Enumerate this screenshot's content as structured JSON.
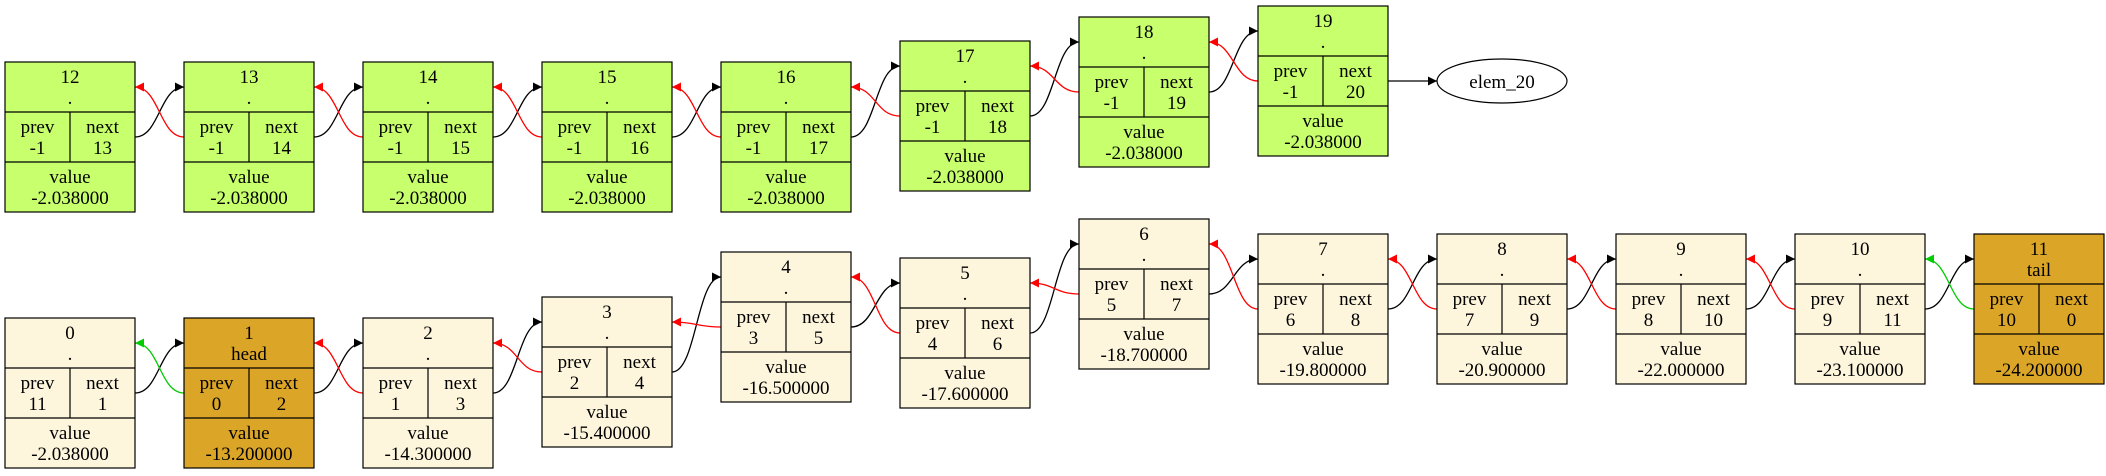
{
  "colors": {
    "normal": "#fdf5dc",
    "special": "#dba527",
    "unused": "#c8ff6c",
    "stroke": "#000000",
    "next_edge": "#000000",
    "prev_edge_red": "#ff0000",
    "prev_edge_green": "#00cc00"
  },
  "labels": {
    "prev": "prev",
    "next": "next",
    "value": "value"
  },
  "nodes": [
    {
      "id": "0",
      "tag": ".",
      "prev": "11",
      "next": "1",
      "value": "-2.038000",
      "style": "normal"
    },
    {
      "id": "1",
      "tag": "head",
      "prev": "0",
      "next": "2",
      "value": "-13.200000",
      "style": "special"
    },
    {
      "id": "2",
      "tag": ".",
      "prev": "1",
      "next": "3",
      "value": "-14.300000",
      "style": "normal"
    },
    {
      "id": "3",
      "tag": ".",
      "prev": "2",
      "next": "4",
      "value": "-15.400000",
      "style": "normal"
    },
    {
      "id": "4",
      "tag": ".",
      "prev": "3",
      "next": "5",
      "value": "-16.500000",
      "style": "normal"
    },
    {
      "id": "5",
      "tag": ".",
      "prev": "4",
      "next": "6",
      "value": "-17.600000",
      "style": "normal"
    },
    {
      "id": "6",
      "tag": ".",
      "prev": "5",
      "next": "7",
      "value": "-18.700000",
      "style": "normal"
    },
    {
      "id": "7",
      "tag": ".",
      "prev": "6",
      "next": "8",
      "value": "-19.800000",
      "style": "normal"
    },
    {
      "id": "8",
      "tag": ".",
      "prev": "7",
      "next": "9",
      "value": "-20.900000",
      "style": "normal"
    },
    {
      "id": "9",
      "tag": ".",
      "prev": "8",
      "next": "10",
      "value": "-22.000000",
      "style": "normal"
    },
    {
      "id": "10",
      "tag": ".",
      "prev": "9",
      "next": "11",
      "value": "-23.100000",
      "style": "normal"
    },
    {
      "id": "11",
      "tag": "tail",
      "prev": "10",
      "next": "0",
      "value": "-24.200000",
      "style": "special"
    },
    {
      "id": "12",
      "tag": ".",
      "prev": "-1",
      "next": "13",
      "value": "-2.038000",
      "style": "unused"
    },
    {
      "id": "13",
      "tag": ".",
      "prev": "-1",
      "next": "14",
      "value": "-2.038000",
      "style": "unused"
    },
    {
      "id": "14",
      "tag": ".",
      "prev": "-1",
      "next": "15",
      "value": "-2.038000",
      "style": "unused"
    },
    {
      "id": "15",
      "tag": ".",
      "prev": "-1",
      "next": "16",
      "value": "-2.038000",
      "style": "unused"
    },
    {
      "id": "16",
      "tag": ".",
      "prev": "-1",
      "next": "17",
      "value": "-2.038000",
      "style": "unused"
    },
    {
      "id": "17",
      "tag": ".",
      "prev": "-1",
      "next": "18",
      "value": "-2.038000",
      "style": "unused"
    },
    {
      "id": "18",
      "tag": ".",
      "prev": "-1",
      "next": "19",
      "value": "-2.038000",
      "style": "unused"
    },
    {
      "id": "19",
      "tag": ".",
      "prev": "-1",
      "next": "20",
      "value": "-2.038000",
      "style": "unused"
    }
  ],
  "terminal": {
    "label": "elem_20"
  },
  "edges": [
    {
      "from": "0",
      "to": "1",
      "kind": "next"
    },
    {
      "from": "1",
      "to": "0",
      "kind": "prev",
      "color": "green"
    },
    {
      "from": "1",
      "to": "2",
      "kind": "next"
    },
    {
      "from": "2",
      "to": "1",
      "kind": "prev",
      "color": "red"
    },
    {
      "from": "2",
      "to": "3",
      "kind": "next"
    },
    {
      "from": "3",
      "to": "2",
      "kind": "prev",
      "color": "red"
    },
    {
      "from": "3",
      "to": "4",
      "kind": "next"
    },
    {
      "from": "4",
      "to": "3",
      "kind": "prev",
      "color": "red"
    },
    {
      "from": "4",
      "to": "5",
      "kind": "next"
    },
    {
      "from": "5",
      "to": "4",
      "kind": "prev",
      "color": "red"
    },
    {
      "from": "5",
      "to": "6",
      "kind": "next"
    },
    {
      "from": "6",
      "to": "5",
      "kind": "prev",
      "color": "red"
    },
    {
      "from": "6",
      "to": "7",
      "kind": "next"
    },
    {
      "from": "7",
      "to": "6",
      "kind": "prev",
      "color": "red"
    },
    {
      "from": "7",
      "to": "8",
      "kind": "next"
    },
    {
      "from": "8",
      "to": "7",
      "kind": "prev",
      "color": "red"
    },
    {
      "from": "8",
      "to": "9",
      "kind": "next"
    },
    {
      "from": "9",
      "to": "8",
      "kind": "prev",
      "color": "red"
    },
    {
      "from": "9",
      "to": "10",
      "kind": "next"
    },
    {
      "from": "10",
      "to": "9",
      "kind": "prev",
      "color": "red"
    },
    {
      "from": "10",
      "to": "11",
      "kind": "next"
    },
    {
      "from": "11",
      "to": "10",
      "kind": "prev",
      "color": "green"
    },
    {
      "from": "12",
      "to": "13",
      "kind": "next"
    },
    {
      "from": "13",
      "to": "12",
      "kind": "prev",
      "color": "red"
    },
    {
      "from": "13",
      "to": "14",
      "kind": "next"
    },
    {
      "from": "14",
      "to": "13",
      "kind": "prev",
      "color": "red"
    },
    {
      "from": "14",
      "to": "15",
      "kind": "next"
    },
    {
      "from": "15",
      "to": "14",
      "kind": "prev",
      "color": "red"
    },
    {
      "from": "15",
      "to": "16",
      "kind": "next"
    },
    {
      "from": "16",
      "to": "15",
      "kind": "prev",
      "color": "red"
    },
    {
      "from": "16",
      "to": "17",
      "kind": "next"
    },
    {
      "from": "17",
      "to": "16",
      "kind": "prev",
      "color": "red"
    },
    {
      "from": "17",
      "to": "18",
      "kind": "next"
    },
    {
      "from": "18",
      "to": "17",
      "kind": "prev",
      "color": "red"
    },
    {
      "from": "18",
      "to": "19",
      "kind": "next"
    },
    {
      "from": "19",
      "to": "18",
      "kind": "prev",
      "color": "red"
    },
    {
      "from": "19",
      "to": "elem_20",
      "kind": "next"
    }
  ]
}
